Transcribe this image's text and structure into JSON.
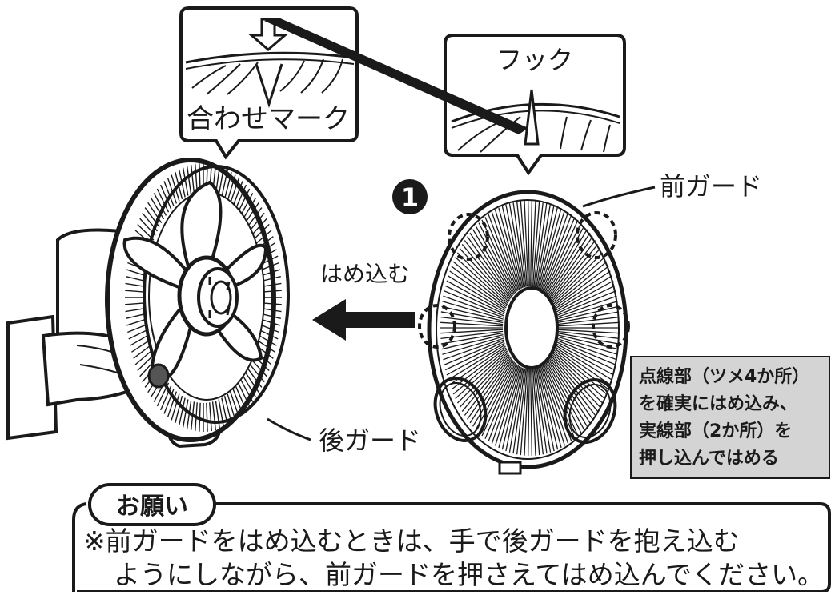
{
  "callout_top_left": {
    "label": "合わせマーク"
  },
  "callout_top_right": {
    "label": "フック"
  },
  "step_number": "1",
  "labels": {
    "front_guard": "前ガード",
    "rear_guard": "後ガード",
    "push_in": "はめ込む"
  },
  "instruction_box": {
    "lines": [
      "点線部（ツメ4か所）",
      "を確実にはめ込み、",
      "実線部（2か所）を",
      "押し込んではめる"
    ]
  },
  "notice": {
    "title": "お願い",
    "lines": [
      "※前ガードをはめ込むときは、手で後ガードを抱え込む",
      "ようにしながら、前ガードを押さえてはめ込んでください。"
    ]
  },
  "colors": {
    "ink": "#1a1a1a",
    "instruction_bg": "#d4d4d4"
  }
}
